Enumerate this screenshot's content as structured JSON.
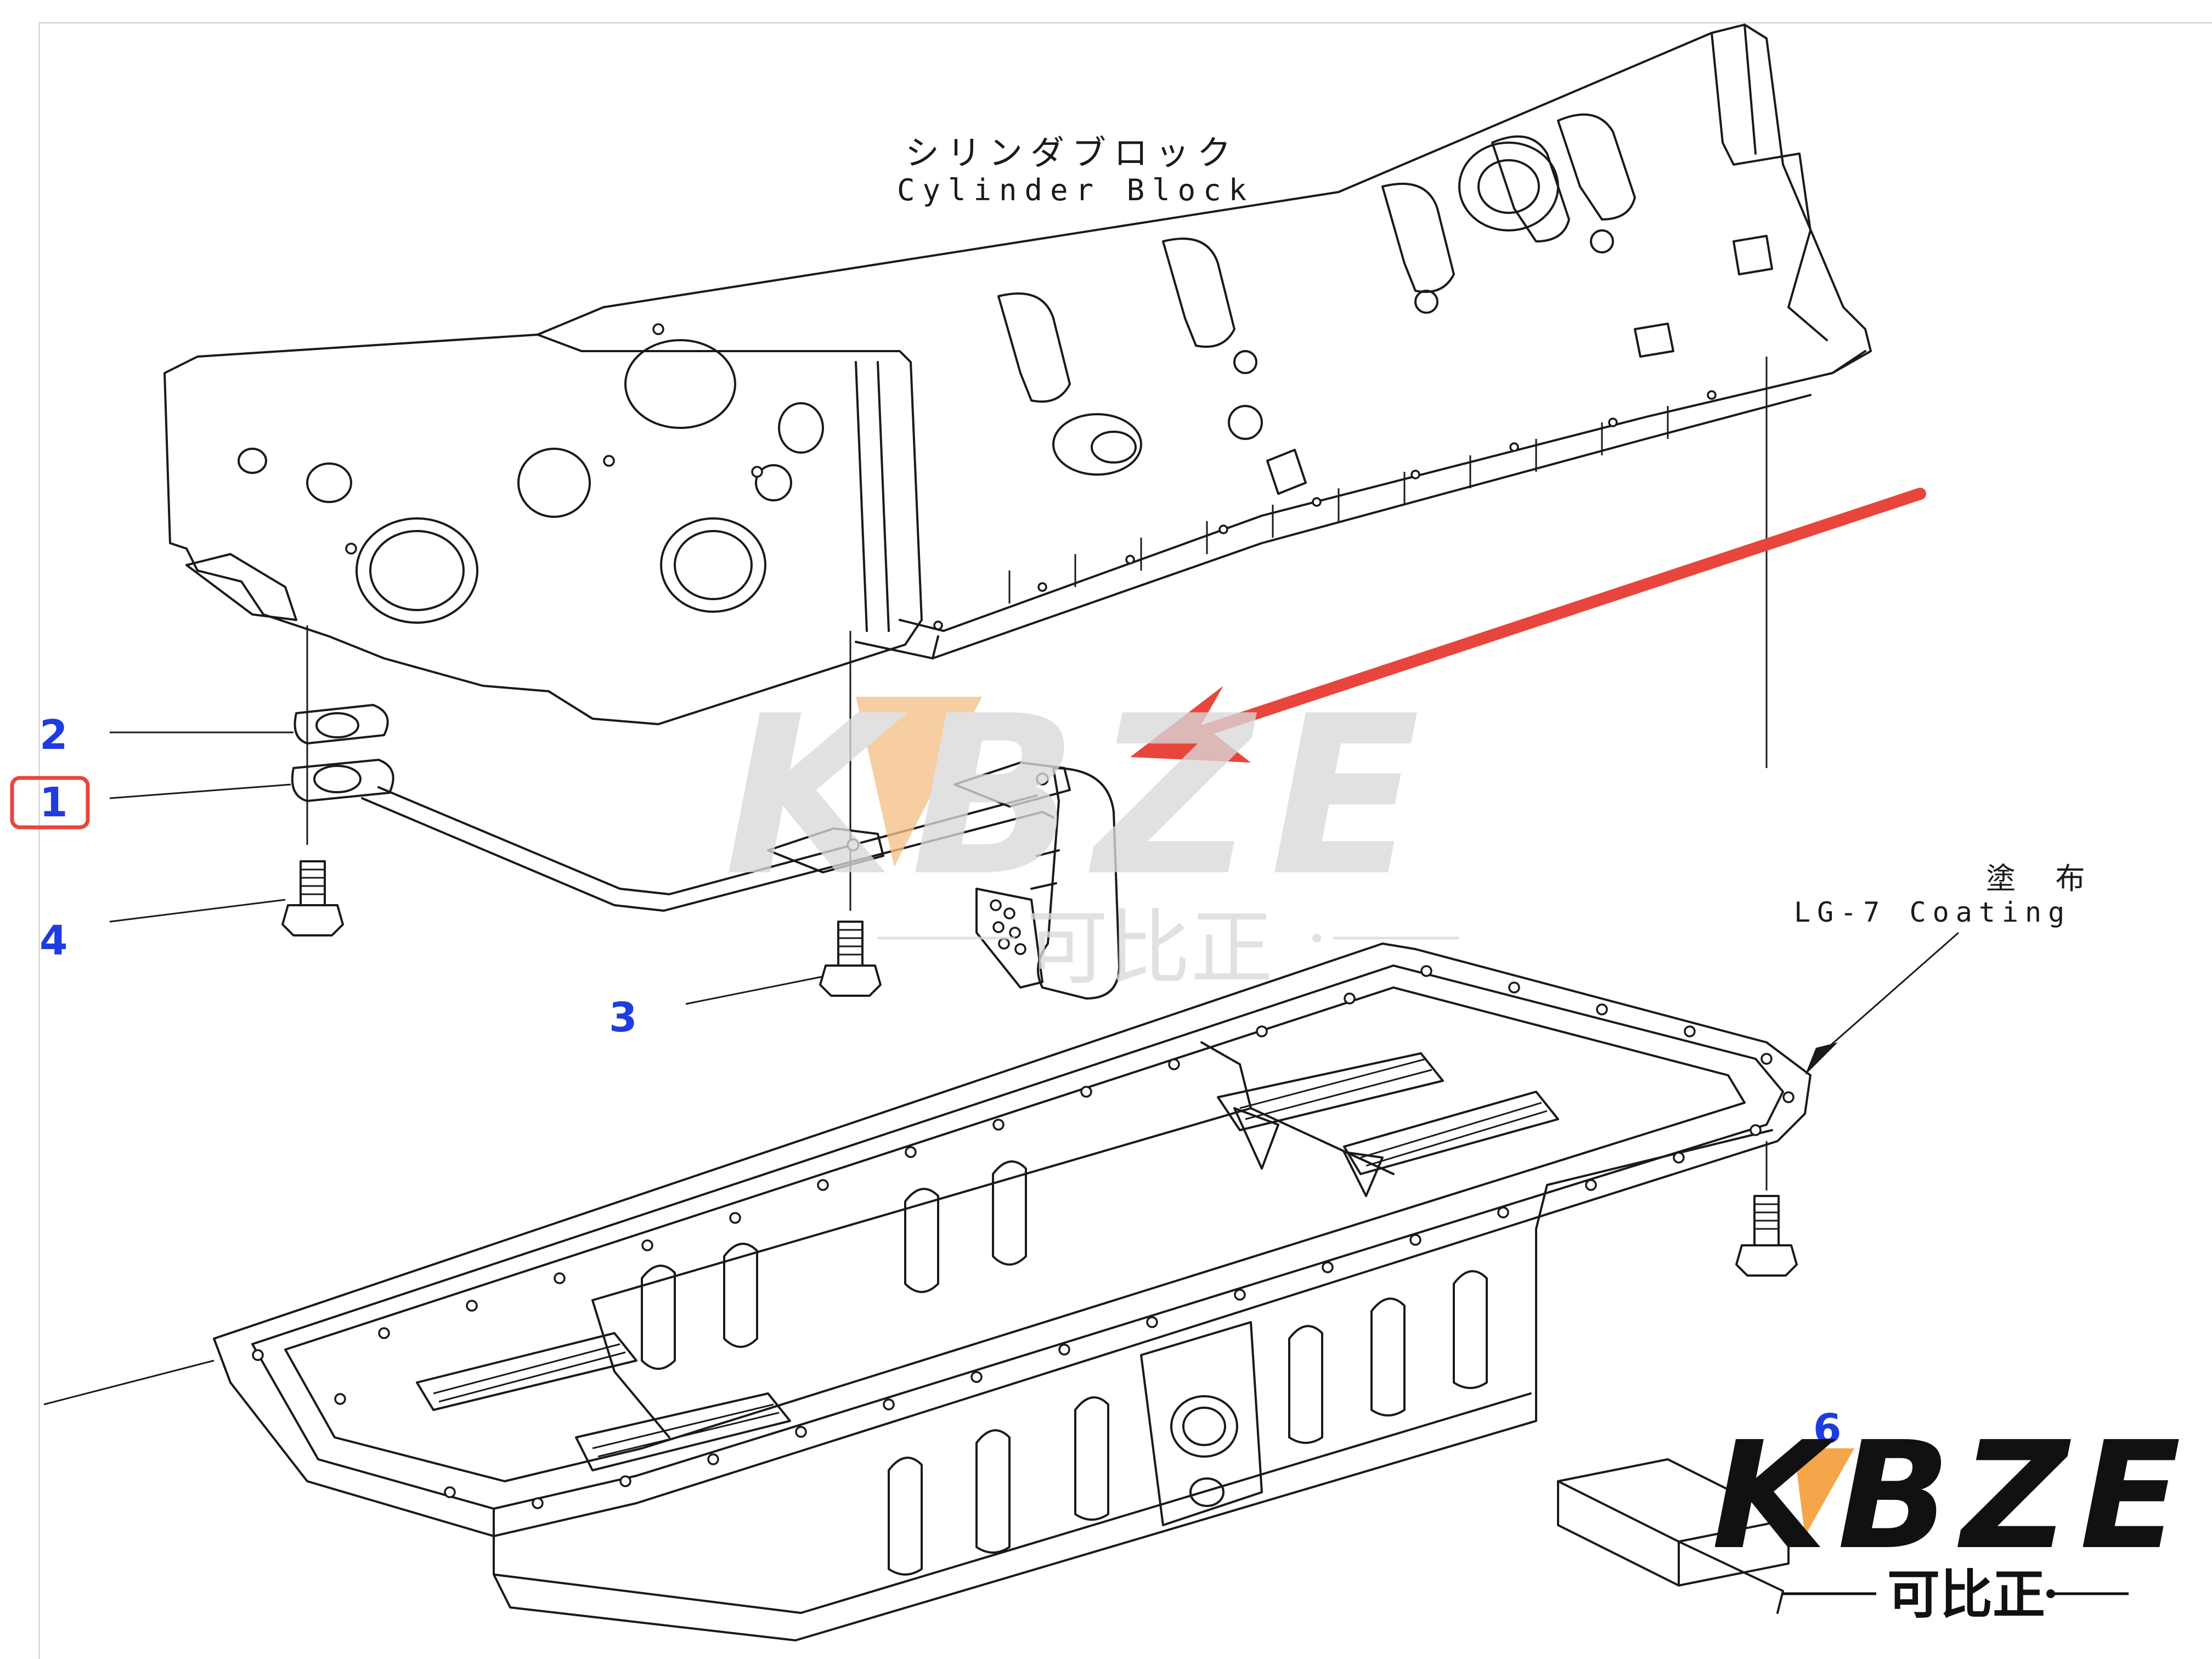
{
  "diagram": {
    "labels": {
      "cylinder_block_jp": "シリンダブロック",
      "cylinder_block_en": "Cylinder Block",
      "coating_jp": "塗 布",
      "coating_en": "LG-7 Coating"
    },
    "callouts": [
      "2",
      "1",
      "4",
      "3",
      "6"
    ],
    "highlighted_callout": "1",
    "colors": {
      "line": "#1a1a1a",
      "callout_text": "#1f3ce0",
      "highlight_box": "#e8453c",
      "arrow": "#e8453c",
      "watermark_gray": "#d9d9d9",
      "watermark_orange": "#f5a64a"
    }
  },
  "watermark": {
    "brand": "KBZE",
    "brand_cn": "可比正"
  },
  "logo": {
    "brand": "KBZE",
    "brand_cn": "可比正"
  }
}
